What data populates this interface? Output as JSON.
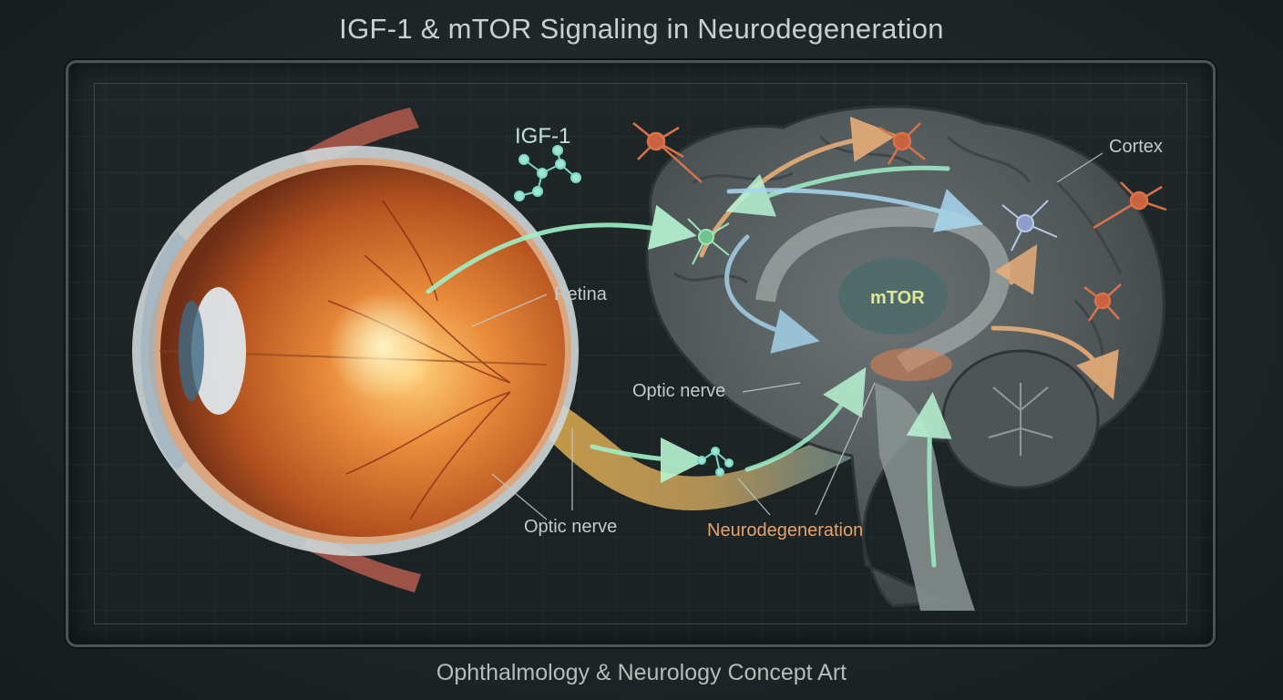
{
  "title": "IGF-1 & mTOR Signaling in Neurodegeneration",
  "subtitle": "Ophthalmology & Neurology Concept Art",
  "labels": {
    "igf1": "IGF-1",
    "retina": "Retina",
    "optic_nerve_eye": "Optic nerve",
    "optic_nerve_brain": "Optic nerve",
    "mtor": "mTOR",
    "cortex": "Cortex",
    "neurodegeneration": "Neurodegeneration"
  },
  "colors": {
    "background": "#1e2526",
    "retina_orange": "#d9782f",
    "signal_green": "#9ff0c8",
    "inflammation_orange": "#e8a36a",
    "brain_gray": "#5f6668"
  }
}
